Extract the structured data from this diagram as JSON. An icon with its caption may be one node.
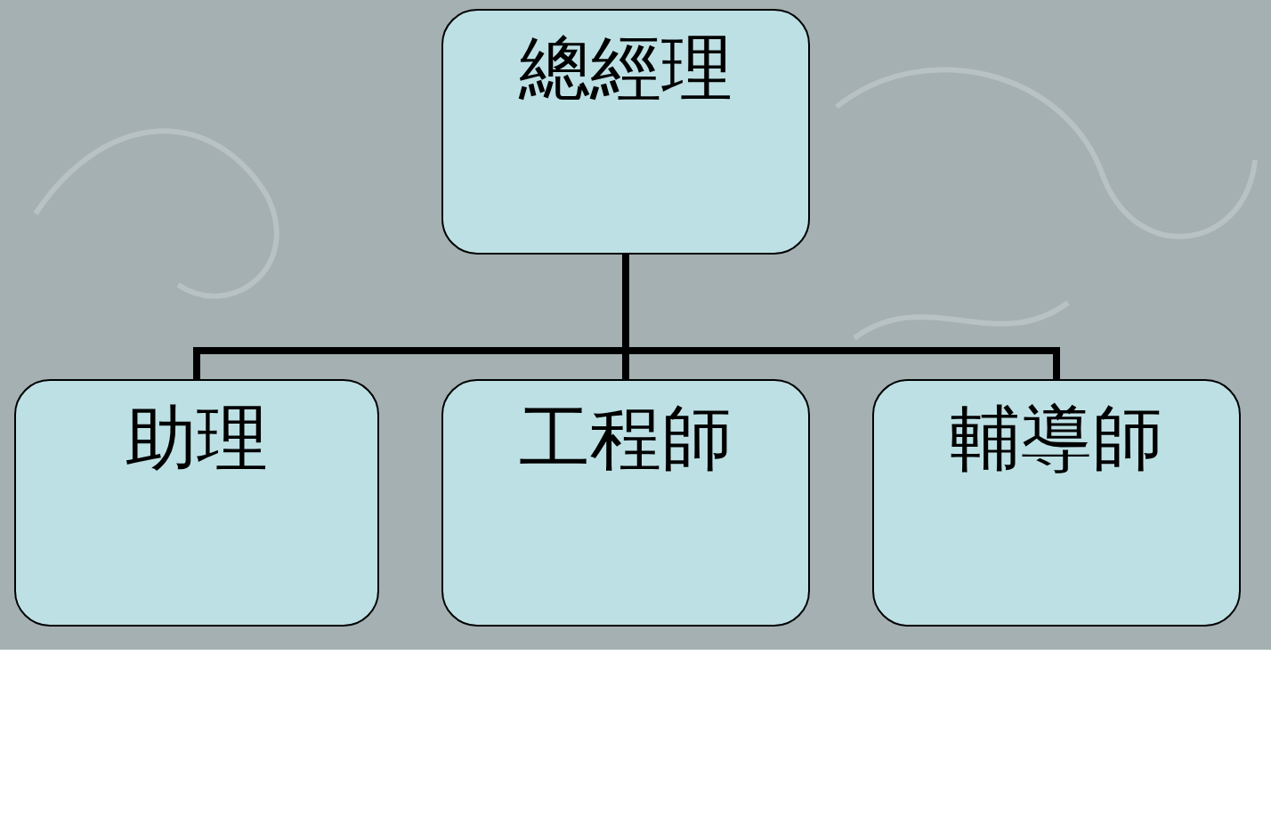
{
  "diagram": {
    "nodes": [
      {
        "text": [
          "總經理"
        ]
      },
      {
        "text": [
          "助理"
        ]
      },
      {
        "text": [
          "工程師"
        ]
      },
      {
        "text": [
          "輔導師"
        ]
      }
    ],
    "edges": [
      {
        "from": 0,
        "to": 1,
        "arrow": "none"
      },
      {
        "from": 0,
        "to": 2,
        "arrow": "none"
      },
      {
        "from": 0,
        "to": 3,
        "arrow": "none"
      }
    ]
  }
}
